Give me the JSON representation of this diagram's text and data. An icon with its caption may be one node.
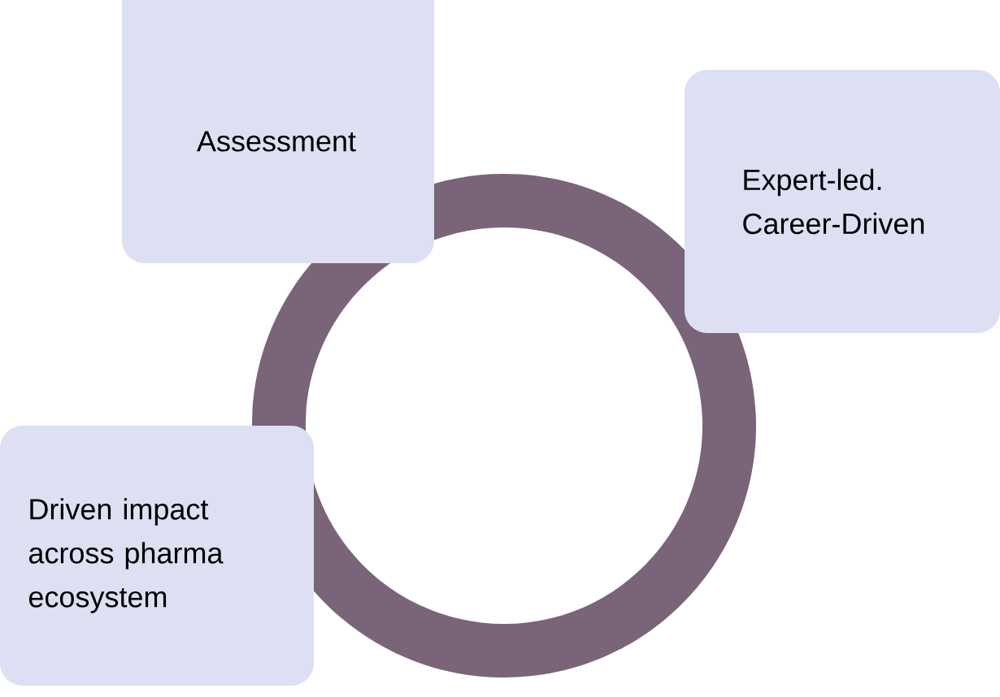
{
  "diagram": {
    "nodes": [
      {
        "text": [
          "Assessment"
        ]
      },
      {
        "text": [
          "Expert-led. Career-Driven"
        ]
      },
      {
        "text": [
          "Driven impact across pharma ecosystem"
        ]
      }
    ]
  }
}
